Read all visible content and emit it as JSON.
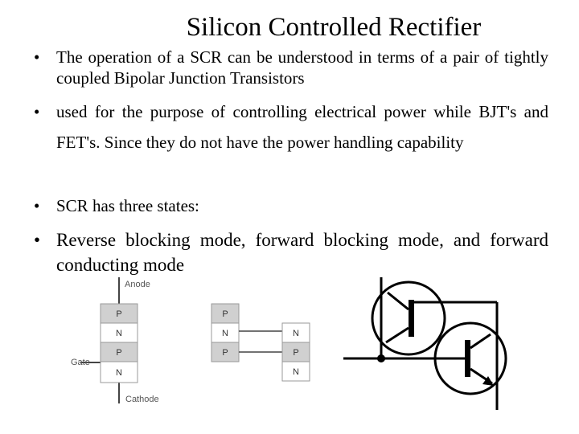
{
  "slide": {
    "title": "Silicon Controlled Rectifier",
    "bullets": [
      "The operation of a SCR can be understood in terms of a pair of tightly coupled Bipolar Junction Transistors",
      "used  for the purpose of controlling electrical power while BJT's and  FET's.  Since  they  do  not  have  the  power  handling capability",
      "SCR has three states:",
      "Reverse  blocking  mode,  forward  blocking  mode,  and forward conducting mode"
    ]
  },
  "diagram": {
    "anode_label": "Anode",
    "gate_label": "Gate",
    "cathode_label": "Cathode",
    "scr_layers": [
      "P",
      "N",
      "P",
      "N"
    ],
    "left_transistor_layers": [
      "P",
      "N",
      "P"
    ],
    "right_transistor_layers": [
      "N",
      "P",
      "N"
    ],
    "colors": {
      "p_fill": "#d0d0d0",
      "n_fill": "#ffffff",
      "line": "#444444"
    }
  }
}
